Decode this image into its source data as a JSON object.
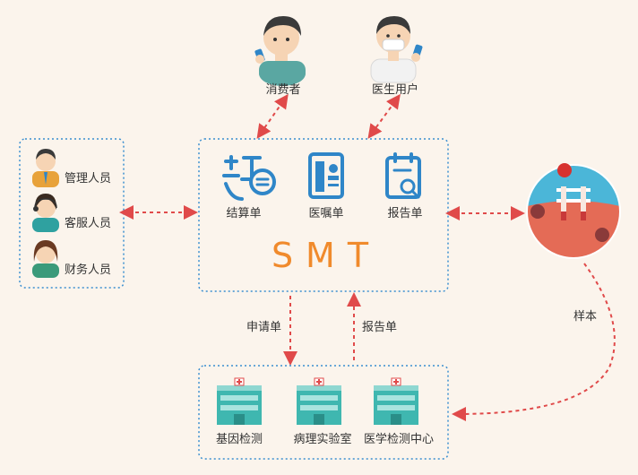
{
  "actors": {
    "consumer": "消费者",
    "doctor": "医生用户"
  },
  "staff": {
    "manager": "管理人员",
    "service": "客服人员",
    "finance": "财务人员"
  },
  "center": {
    "docs": {
      "settlement": "结算单",
      "order": "医嘱单",
      "report": "报告单"
    },
    "brand": "SMT"
  },
  "flows": {
    "application": "申请单",
    "report": "报告单",
    "sample": "样本"
  },
  "labs": {
    "gene": "基因检测",
    "pathology": "病理实验室",
    "medical": "医学检测中心"
  },
  "colors": {
    "accent_blue": "#2f86c8",
    "brand_orange": "#f08a2c",
    "arrow_red": "#e04a4a",
    "box_border": "#3b8fd0",
    "lab_teal": "#3fb7b0"
  }
}
